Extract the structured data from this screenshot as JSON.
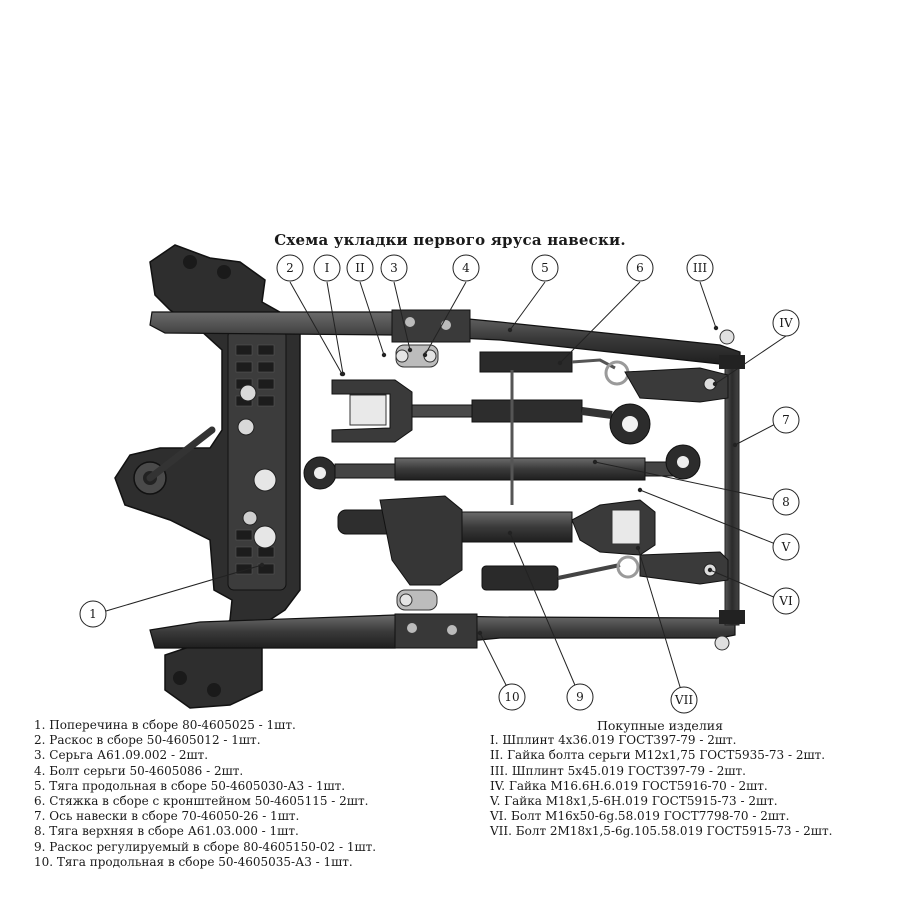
{
  "title": "Схема укладки первого яруса навески.",
  "callouts": {
    "n1": "1",
    "n2": "2",
    "n3": "3",
    "n4": "4",
    "n5": "5",
    "n6": "6",
    "n7": "7",
    "n8": "8",
    "n9": "9",
    "n10": "10",
    "rI": "I",
    "rII": "II",
    "rIII": "III",
    "rIV": "IV",
    "rV": "V",
    "rVI": "VI",
    "rVII": "VII"
  },
  "parts": [
    "1. Поперечина в сборе 80-4605025 - 1шт.",
    "2. Раскос в сборе 50-4605012 - 1шт.",
    "3. Серьга А61.09.002 - 2шт.",
    "4. Болт серьги 50-4605086 - 2шт.",
    "5. Тяга продольная в сборе 50-4605030-А3 - 1шт.",
    "6. Стяжка в сборе с кронштейном 50-4605115 - 2шт.",
    "7. Ось навески в сборе 70-46050-26 - 1шт.",
    "8. Тяга верхняя в сборе А61.03.000 - 1шт.",
    "9. Раскос регулируемый в сборе 80-4605150-02 - 1шт.",
    "10. Тяга продольная в сборе 50-4605035-А3 - 1шт."
  ],
  "purchased": {
    "heading": "Покупные изделия",
    "items": [
      "I. Шплинт 4х36.019 ГОСТ397-79 - 2шт.",
      "II. Гайка болта серьги М12х1,75 ГОСТ5935-73 - 2шт.",
      "III. Шплинт 5х45.019 ГОСТ397-79 - 2шт.",
      "IV. Гайка М16.6Н.6.019 ГОСТ5916-70 - 2шт.",
      "V. Гайка М18х1,5-6Н.019 ГОСТ5915-73 - 2шт.",
      "VI. Болт М16х50-6g.58.019 ГОСТ7798-70 - 2шт.",
      "VII. Болт 2М18х1,5-6g.105.58.019 ГОСТ5915-73 - 2шт."
    ]
  }
}
